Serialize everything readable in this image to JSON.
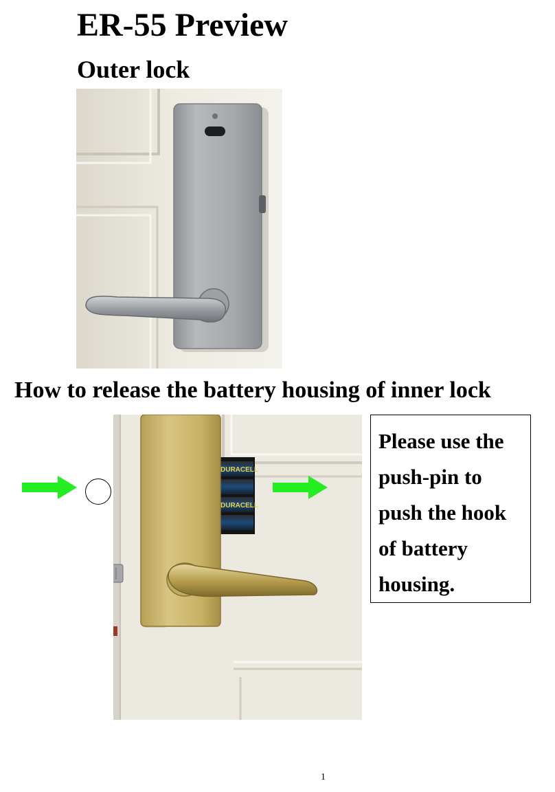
{
  "title": "ER-55 Preview",
  "subtitle": "Outer lock",
  "section_heading": "How to release the battery housing of inner lock",
  "note": {
    "lines": [
      "Please use the",
      "push-pin to",
      "push the hook",
      "of battery",
      "housing."
    ]
  },
  "battery_label": "DURACELL",
  "page_number": "1",
  "colors": {
    "arrow": "#22ee22",
    "silver_lock": "#a8abae",
    "brass_lock": "#c9b46a",
    "door": "#ece9e0"
  }
}
